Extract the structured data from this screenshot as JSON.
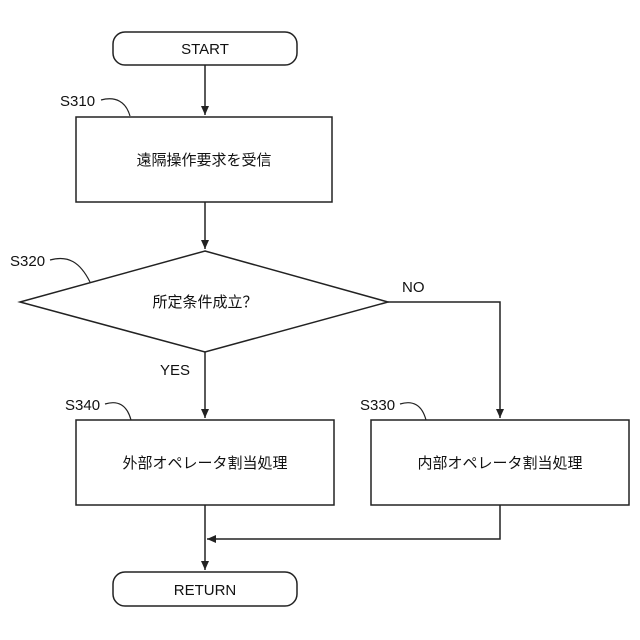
{
  "nodes": {
    "start": "START",
    "s310": "遠隔操作要求を受信",
    "s320": "所定条件成立？",
    "s340": "外部オペレータ割当処理",
    "s330": "内部オペレータ割当処理",
    "return": "RETURN"
  },
  "step_labels": {
    "s310": "S310",
    "s320": "S320",
    "s340": "S340",
    "s330": "S330"
  },
  "edge_labels": {
    "yes": "YES",
    "no": "NO"
  }
}
